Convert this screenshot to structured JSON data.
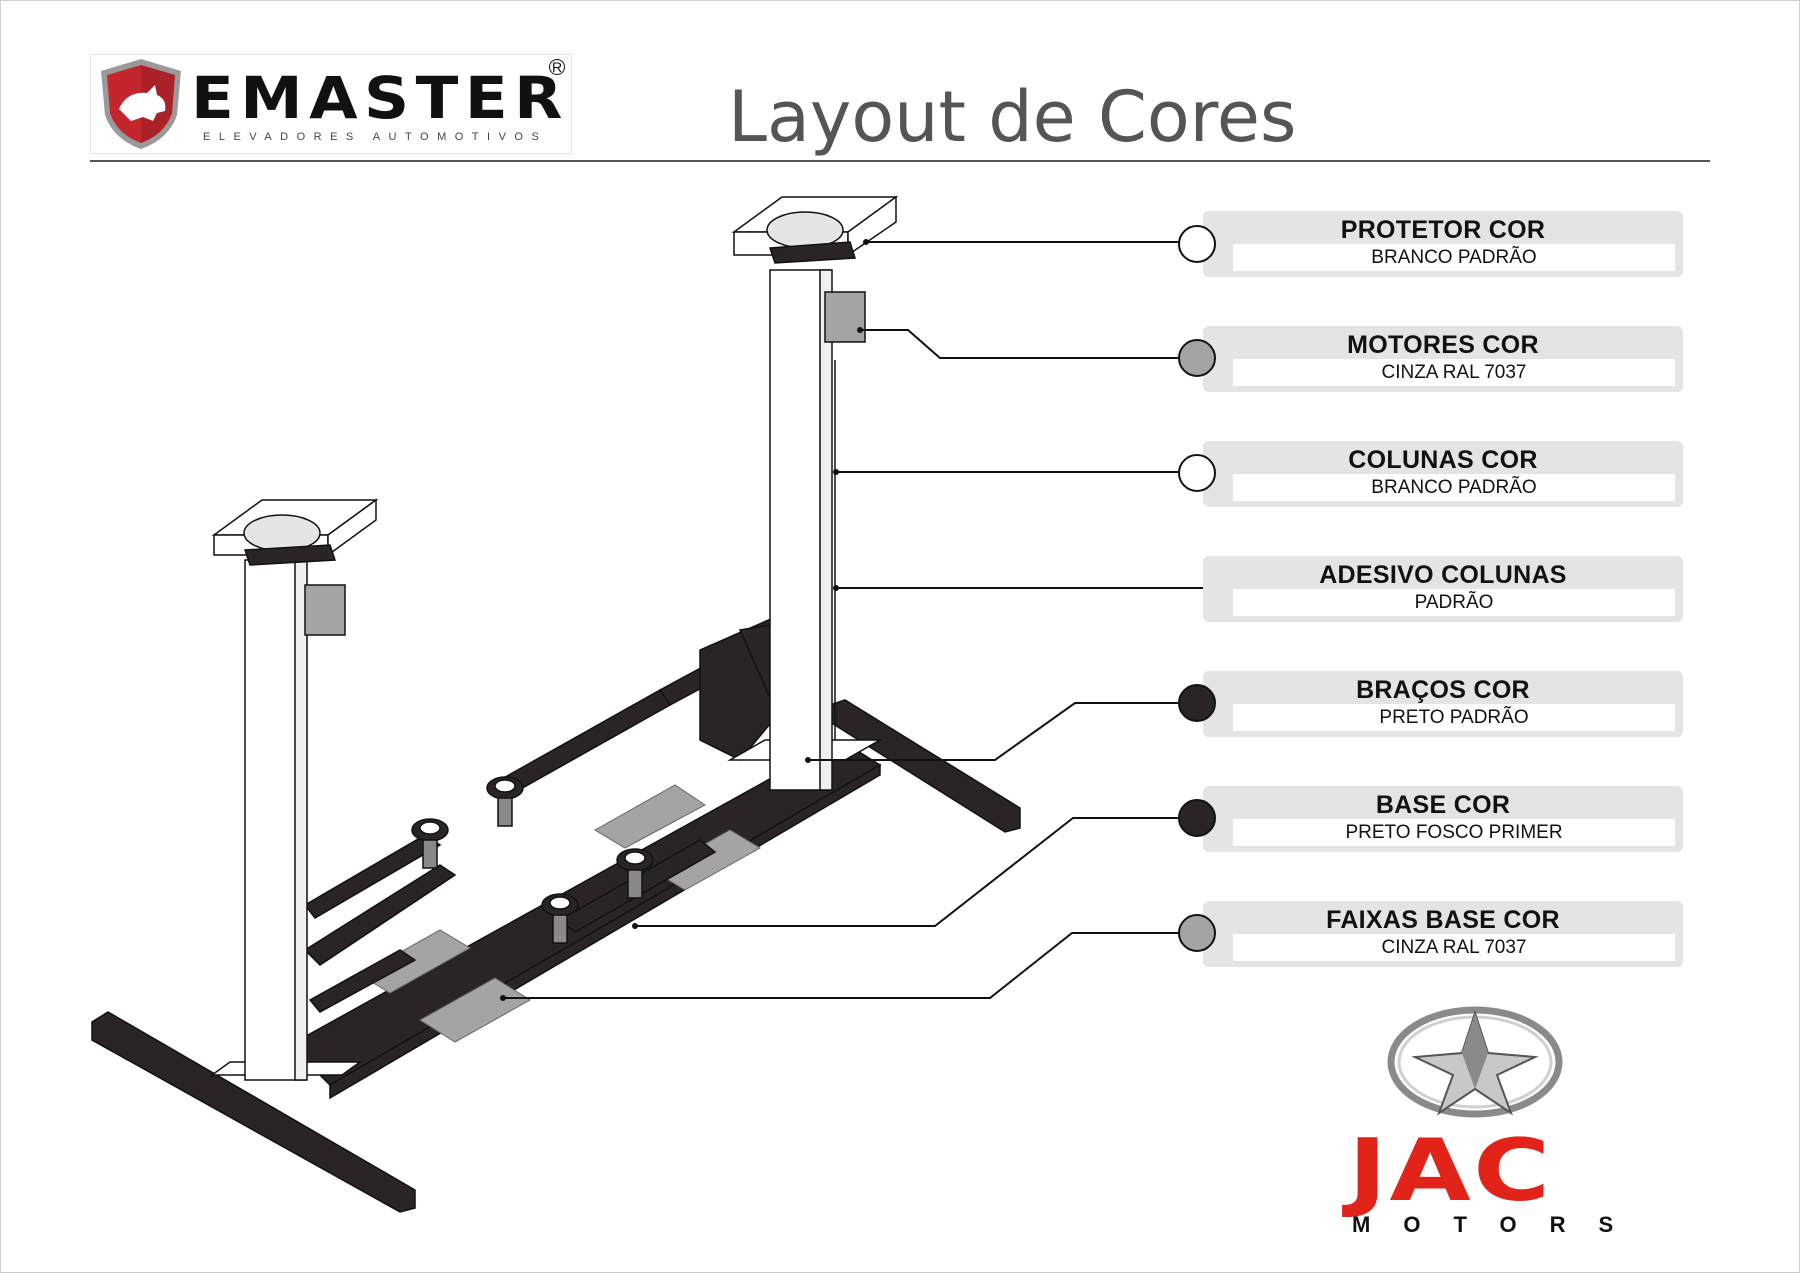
{
  "header": {
    "brand": "EMASTER",
    "brand_tagline": "ELEVADORES AUTOMOTIVOS",
    "brand_registered": "R",
    "title": "Layout de Cores"
  },
  "legend": [
    {
      "title": "PROTETOR COR",
      "value": "BRANCO PADRÃO",
      "swatch": "#ffffff"
    },
    {
      "title": "MOTORES COR",
      "value": "CINZA RAL 7037",
      "swatch": "#a4a4a4"
    },
    {
      "title": "COLUNAS COR",
      "value": "BRANCO PADRÃO",
      "swatch": "#ffffff"
    },
    {
      "title": "ADESIVO COLUNAS",
      "value": "PADRÃO",
      "swatch": ""
    },
    {
      "title": "BRAÇOS COR",
      "value": "PRETO PADRÃO",
      "swatch": "#2a2524"
    },
    {
      "title": "BASE COR",
      "value": "PRETO FOSCO PRIMER",
      "swatch": "#2a2524"
    },
    {
      "title": "FAIXAS BASE  COR",
      "value": "CINZA RAL 7037",
      "swatch": "#a4a4a4"
    }
  ],
  "footer_logo": {
    "word": "JAC",
    "sub": "MOTORS",
    "color": "#e2231a"
  },
  "colors": {
    "frame_dark": "#2a2524",
    "stripe_gray": "#a4a4a4",
    "column_white": "#ffffff",
    "brand_red": "#c4262e"
  }
}
